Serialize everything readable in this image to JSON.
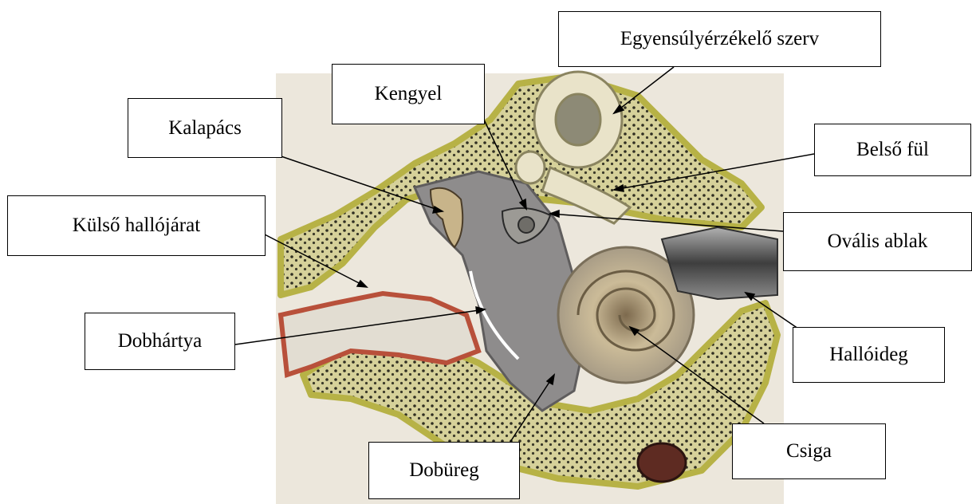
{
  "labels": {
    "egyensuly": "Egyensúlyérzékelő szerv",
    "kengyel": "Kengyel",
    "kalapacs": "Kalapács",
    "belso_ful": "Belső fül",
    "kulso_hallojarat": "Külső hallójárat",
    "ovalis_ablak": "Ovális ablak",
    "dobhartya": "Dobhártya",
    "halloideg": "Hallóideg",
    "csiga": "Csiga",
    "dobureg": "Dobüreg"
  },
  "colors": {
    "background_paper": "#ece7dc",
    "bone_yellow": "#b7b246",
    "bone_spongy": "#d8d3a3",
    "cavity_gray": "#8e8c8c",
    "canal_red": "#b8503a",
    "nerve_dark": "#3a3a3a",
    "label_border": "#000000"
  }
}
